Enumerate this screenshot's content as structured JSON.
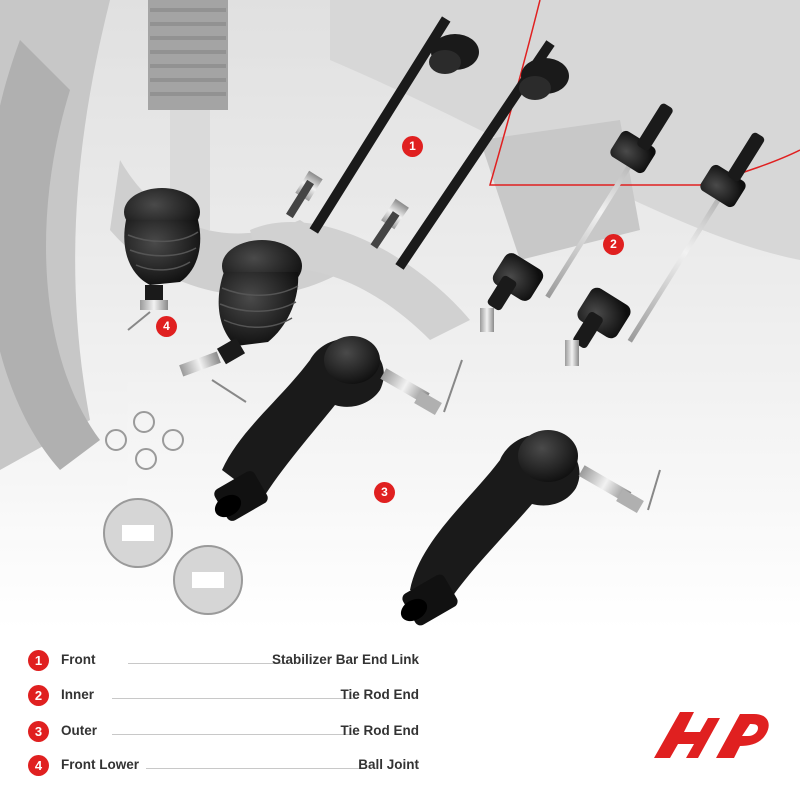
{
  "callouts": [
    "1",
    "2",
    "3",
    "4"
  ],
  "legend": [
    {
      "num": "1",
      "left": "Front",
      "right": "Stabilizer Bar End Link"
    },
    {
      "num": "2",
      "left": "Inner",
      "right": "Tie Rod End"
    },
    {
      "num": "3",
      "left": "Outer",
      "right": "Tie Rod End"
    },
    {
      "num": "4",
      "left": "Front Lower",
      "right": "Ball Joint"
    }
  ],
  "colors": {
    "accent": "#e02020",
    "text": "#333333",
    "part": "#1a1a1a",
    "metal": "#c9c9c9"
  },
  "logo": {
    "name": "a-premium-logo"
  }
}
